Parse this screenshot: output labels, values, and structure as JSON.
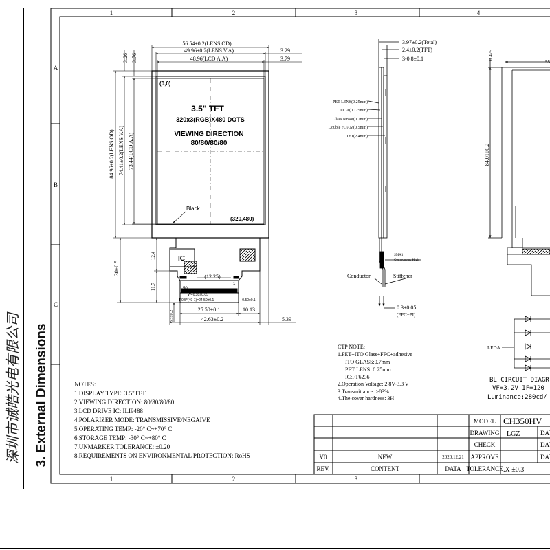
{
  "side": {
    "company": "深圳市诚皓光电有限公司",
    "section": "3. External Dimensions"
  },
  "frame": {
    "cols": [
      "1",
      "2",
      "3",
      "4"
    ],
    "rows": [
      "A",
      "B",
      "C"
    ]
  },
  "front": {
    "dims": {
      "lens_od_w": "56.54±0.2(LENS OD)",
      "lens_va_w": "49.96±0.2(LENS V.A)",
      "lcd_aa_w": "48.96(LCD A.A)",
      "r1": "3.29",
      "r2": "3.79",
      "t1": "3.26",
      "t2": "3.76",
      "lens_od_h": "84.96±0.2(LENS OD)",
      "lens_va_h": "74.41±0.2(LENS V.A)",
      "lcd_aa_h": "73.44(LCD A.A)",
      "fpc_h": "30±0.5",
      "d12": "12.4",
      "d11": "11.7",
      "d1225": "(12.25)",
      "d50": "50",
      "d3540": "3.5±0.2",
      "fpc_w1": "25.50±0.1",
      "fpc_w2": "10.13",
      "fpc_w3": "42.63±0.2",
      "d539": "5.39",
      "pitch": "P0.5*(49-1)=24.50±0.1",
      "lead": "0.50±0.1",
      "w35": "W=0.35±0.05"
    },
    "origin": "(0,0)",
    "corner": "(320,480)",
    "title": "3.5\" TFT",
    "resolution": "320x3(RGB)X480 DOTS",
    "view_title": "VIEWING DIRECTION",
    "view_value": "80/80/80/80",
    "black_label": "Black",
    "ic_label": "IC",
    "pin1": "1"
  },
  "side_view": {
    "total": "3.97±0.2(Total)",
    "tft": "2.4±0.2(TFT)",
    "sub": "3-0.8±0.1",
    "layers": [
      "PET LENS(0.25mm)",
      "OCA(0.125mm)",
      "Glass sensor(0.7mm)",
      "Double FOAM(0.5mm)",
      "TFT(2.4mm)"
    ],
    "components": [
      "SMA1",
      "Components High"
    ],
    "conductor": "Conductor",
    "stiffener": "Stiffener",
    "fpc_thk": "0.3±0.05",
    "fpc_note": "(FPC+PI)"
  },
  "ctp_note": {
    "title": "CTP NOTE:",
    "lines": [
      "1.PET+ITO Glass+FPC+adhesive",
      "ITO GLASS:0.7mm",
      "PET LENS: 0.25mm",
      "IC:FT6236",
      "2.Operation Voltage: 2.8V-3.3 V",
      "3.Transmittance: ≥83%",
      "4.The cover hardness: 3H"
    ]
  },
  "notes": {
    "title": "NOTES:",
    "lines": [
      "1.DISPLAY TYPE: 3.5\"TFT",
      "2.VIEWING DIRECTION: 80/80/80/80",
      "3.LCD DRIVE IC: ILI9488",
      "4.POLARIZER MODE: TRANSMISSIVE/NEGAIVE",
      "5.OPERATING TEMP: -20° C~+70° C",
      "6.STORAGE TEMP: -30° C~+80° C",
      "7.UNMARKER TOLERANCE: ±0.20",
      "8.REQUIREMENTS ON ENVIRONMENTAL PROTECTION: RoHS"
    ]
  },
  "right_view": {
    "d0475": "0.475",
    "d55": "55",
    "d8401": "84.01±0.2"
  },
  "bl_circuit": {
    "leda": "LEDA",
    "title": "BL CIRCUIT DIAGR",
    "vf": "VF=3.2V  IF=120",
    "lum": "Luminance:280cd/"
  },
  "title_block": {
    "model_label": "MODEL",
    "model_value": "CH350HV",
    "drawing_label": "DRAWING",
    "drawing_value": "LGZ",
    "check_label": "CHECK",
    "approve_label": "APPROVE",
    "date_label": "DAT",
    "tolerance_label": "TOLERANCE",
    "tolerance_value": ".X ±0.3",
    "rev_label": "REV.",
    "content_label": "CONTENT",
    "data_label": "DATA",
    "v0": "V0",
    "new": "NEW",
    "date": "2020.12.21"
  }
}
